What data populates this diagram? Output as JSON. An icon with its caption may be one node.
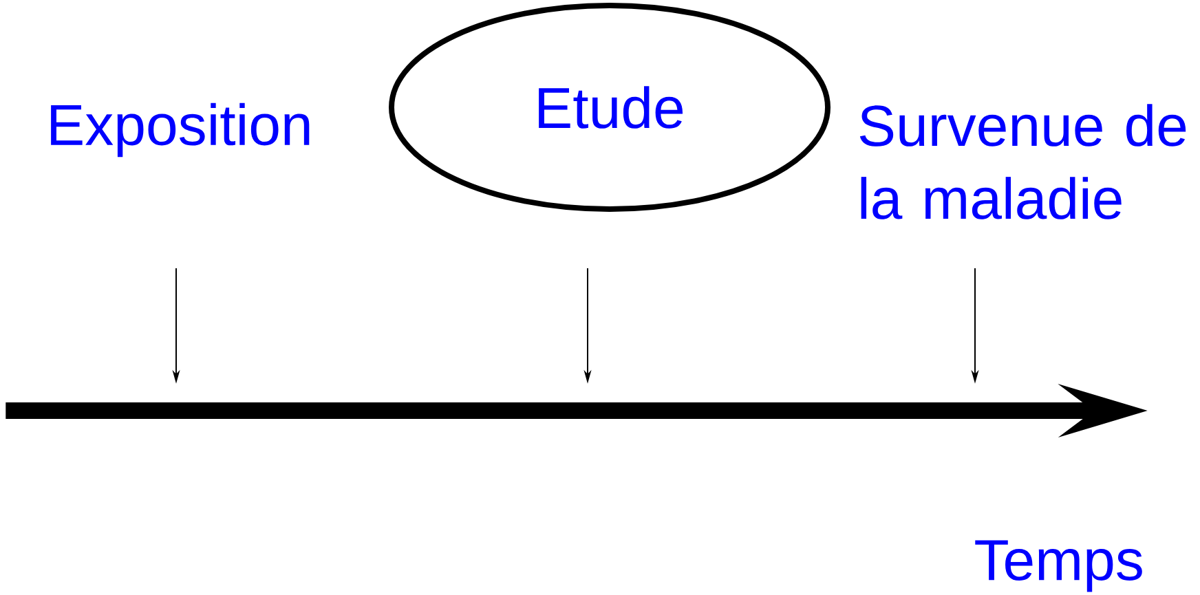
{
  "diagram": {
    "nodes": [
      {
        "text": [
          "Exposition"
        ]
      },
      {
        "text": [
          "Etude"
        ]
      },
      {
        "text": [
          "Survenue de la maladie"
        ]
      },
      {
        "text": [],
        "shape": "arrow"
      }
    ],
    "edges": [
      {
        "from": null,
        "to": 3,
        "arrow": "to"
      },
      {
        "from": null,
        "to": 3,
        "arrow": "to"
      },
      {
        "from": null,
        "to": 3,
        "arrow": "to"
      }
    ],
    "labels": [
      "Temps"
    ]
  }
}
